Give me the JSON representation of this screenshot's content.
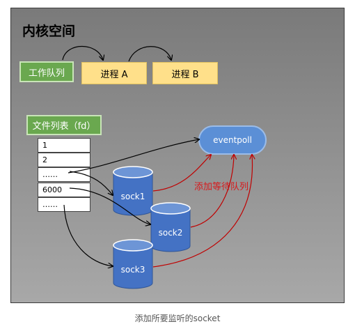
{
  "title": "内核空间",
  "work_queue": "工作队列",
  "process_a": "进程 A",
  "process_b": "进程 B",
  "file_list": "文件列表（fd）",
  "fd_rows": [
    "1",
    "2",
    "……",
    "6000",
    "……"
  ],
  "eventpoll": "eventpoll",
  "add_wait_queue": "添加等待队列",
  "socks": [
    "sock1",
    "sock2",
    "sock3"
  ],
  "caption": "添加所要监听的socket"
}
